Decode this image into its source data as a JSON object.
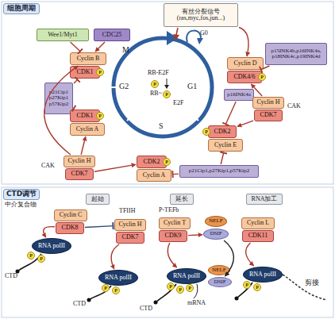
{
  "diagram": {
    "nodes": [
      {
        "text": [
          "细胞周期"
        ]
      },
      {
        "text": [
          "Wee1/Myt1"
        ]
      },
      {
        "text": [
          "CDC25"
        ]
      },
      {
        "text": [
          "有丝分裂信号",
          "(ras,myc,fos,jun...)"
        ]
      },
      {
        "text": [
          "p15INK4b,p16INK4a, p18INK4c,p19INK4d"
        ]
      },
      {
        "text": [
          "Cyclin B"
        ]
      },
      {
        "text": [
          "CDK1"
        ]
      },
      {
        "text": [
          "P"
        ]
      },
      {
        "text": [
          "Cyclin D"
        ]
      },
      {
        "text": [
          "CDK4/6"
        ]
      },
      {
        "text": [
          "P"
        ]
      },
      {
        "text": [
          "P"
        ]
      },
      {
        "text": [
          "p21Cip1 p27Kip1 p57Kip2"
        ]
      },
      {
        "text": [
          "p16INK4a"
        ]
      },
      {
        "text": [
          "Cyclin H"
        ]
      },
      {
        "text": [
          "CDK7"
        ]
      },
      {
        "text": [
          "P"
        ]
      },
      {
        "text": [
          "CDK1"
        ]
      },
      {
        "text": [
          "P"
        ]
      },
      {
        "text": [
          "Cyclin A"
        ]
      },
      {
        "text": [
          "CDK2"
        ]
      },
      {
        "text": [
          "P"
        ]
      },
      {
        "text": [
          "Cyclin E"
        ]
      },
      {
        "text": [
          "Cyclin H"
        ]
      },
      {
        "text": [
          "CDK7"
        ]
      },
      {
        "text": [
          "CDK2"
        ]
      },
      {
        "text": [
          "P"
        ]
      },
      {
        "text": [
          "Cyclin A"
        ]
      },
      {
        "text": [
          "p21Cip1,p27Kip1,p57Kip2"
        ]
      },
      {
        "text": [
          "CTD调节"
        ]
      },
      {
        "text": [
          "起始"
        ]
      },
      {
        "text": [
          "延长"
        ]
      },
      {
        "text": [
          "RNA加工"
        ]
      },
      {
        "text": [
          "Cyclin C"
        ]
      },
      {
        "text": [
          "CDK8"
        ]
      },
      {
        "text": [
          "Cyclin H"
        ]
      },
      {
        "text": [
          "CDK7"
        ]
      },
      {
        "text": [
          "Cyclin T"
        ]
      },
      {
        "text": [
          "CDK9"
        ]
      },
      {
        "text": [
          "NELF"
        ]
      },
      {
        "text": [
          "DSIF"
        ]
      },
      {
        "text": [
          "Cyclin L"
        ]
      },
      {
        "text": [
          "CDK11"
        ]
      },
      {
        "text": [
          "RNA polII"
        ]
      },
      {
        "text": [
          "P"
        ]
      },
      {
        "text": [
          "P"
        ]
      },
      {
        "text": [
          "RNA polII"
        ]
      },
      {
        "text": [
          "NELF"
        ]
      },
      {
        "text": [
          "RNA polII"
        ]
      },
      {
        "text": [
          "DSIF"
        ]
      },
      {
        "text": [
          "RNA polII"
        ]
      },
      {
        "text": [
          "P"
        ]
      },
      {
        "text": [
          "P"
        ]
      },
      {
        "text": [
          "P"
        ]
      },
      {
        "text": [
          "P"
        ]
      },
      {
        "text": [
          "P"
        ]
      },
      {
        "text": [
          "P"
        ]
      },
      {
        "text": [
          "P"
        ]
      }
    ],
    "edges": [
      {
        "from": 1,
        "to": 5,
        "arrow": "to"
      },
      {
        "from": 2,
        "to": 5,
        "arrow": "to"
      },
      {
        "from": 3,
        "to": 8,
        "arrow": "to"
      },
      {
        "from": 4,
        "to": 9,
        "arrow": "to"
      },
      {
        "from": 12,
        "to": 6,
        "arrow": "to"
      },
      {
        "from": 12,
        "to": 17,
        "arrow": "to"
      },
      {
        "from": 14,
        "to": 9,
        "arrow": "to"
      },
      {
        "from": 15,
        "to": 20,
        "arrow": "to"
      },
      {
        "from": 13,
        "to": 20,
        "arrow": "to"
      },
      {
        "from": 23,
        "to": 5,
        "arrow": "to"
      },
      {
        "from": 23,
        "to": 19,
        "arrow": "to"
      },
      {
        "from": 24,
        "to": 25,
        "arrow": "to"
      },
      {
        "from": 28,
        "to": 27,
        "arrow": "to"
      },
      {
        "from": 28,
        "to": 22,
        "arrow": "to"
      },
      {
        "from": 34,
        "to": 43,
        "arrow": "to"
      },
      {
        "from": 34,
        "to": 35,
        "arrow": "to"
      },
      {
        "from": 36,
        "to": 46,
        "arrow": "to"
      },
      {
        "from": 38,
        "to": 48,
        "arrow": "to"
      },
      {
        "from": 38,
        "to": 40,
        "arrow": "to"
      },
      {
        "from": 40,
        "to": 49,
        "arrow": "to"
      },
      {
        "from": 42,
        "to": 50,
        "arrow": "to"
      }
    ],
    "labels": [
      "G0",
      "M",
      "G1",
      "G2",
      "S",
      "RB-E2F",
      "RB~",
      "E2F",
      "CAK",
      "CAK",
      "中介复合物",
      "TFIIH",
      "P-TEFb",
      "CTD",
      "CTD",
      "CTD",
      "mRNA",
      "剪接"
    ]
  }
}
